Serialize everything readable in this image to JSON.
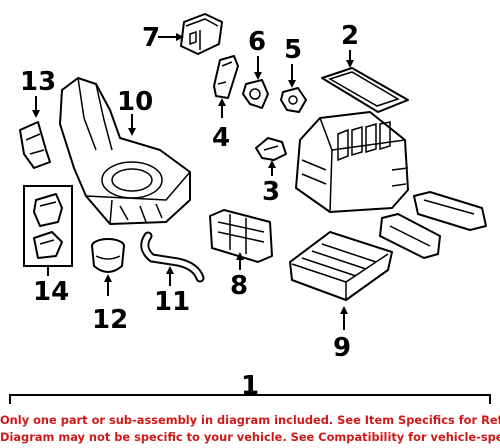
{
  "labels": {
    "l1": "1",
    "l2": "2",
    "l3": "3",
    "l4": "4",
    "l5": "5",
    "l6": "6",
    "l7": "7",
    "l8": "8",
    "l9": "9",
    "l10": "10",
    "l11": "11",
    "l12": "12",
    "l13": "13",
    "l14": "14"
  },
  "footer": {
    "line1": "Only one part or sub-assembly in diagram included. See Item Specifics for Reference #.",
    "line2": "Diagram may not be specific to your vehicle. See Compatibility for vehicle-specific diagrams."
  },
  "colors": {
    "footer_text": "#d01818",
    "line_art": "#000000",
    "background": "#ffffff"
  }
}
